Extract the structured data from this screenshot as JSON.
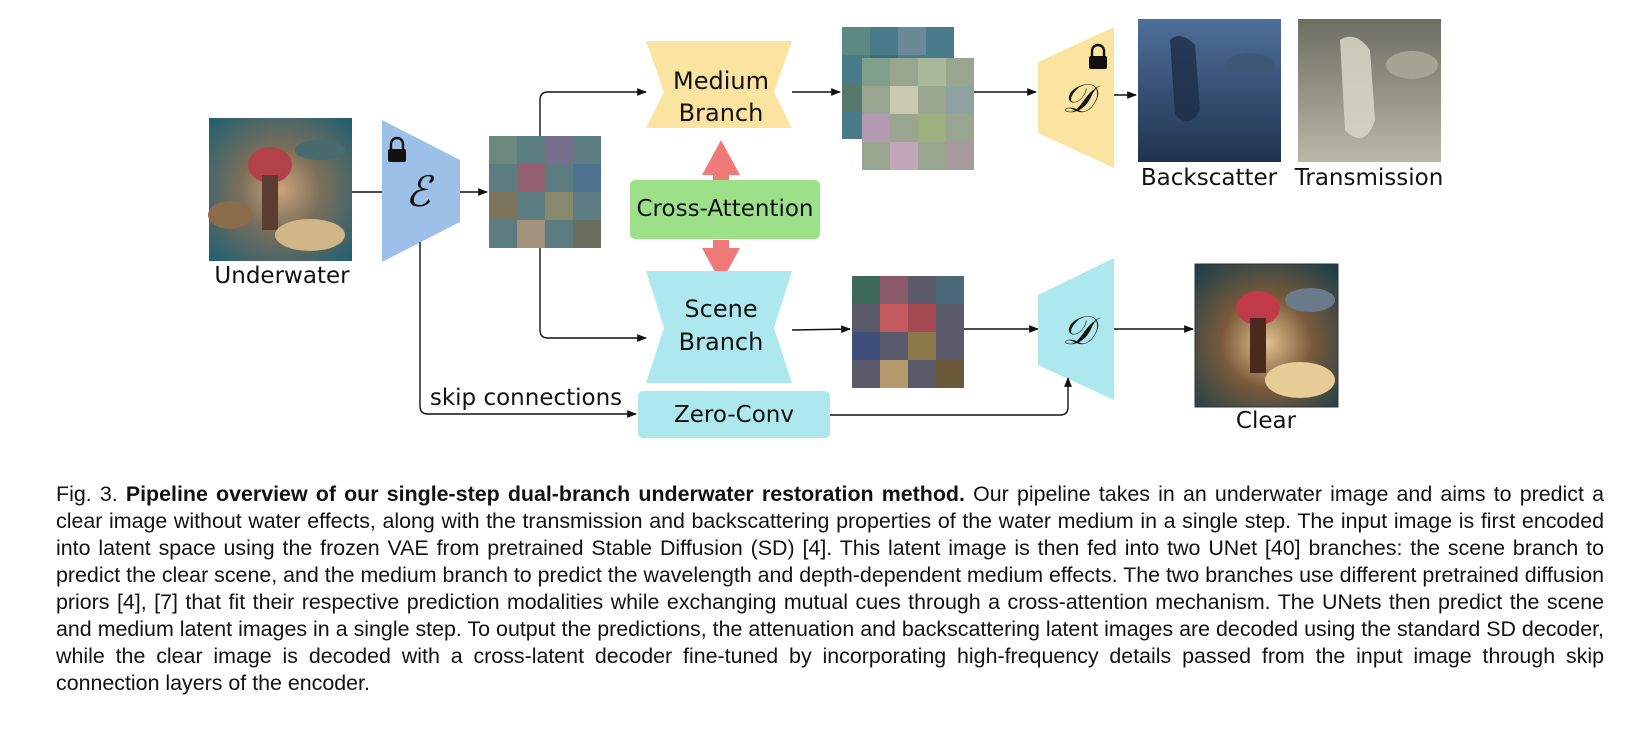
{
  "diagram": {
    "encoder": {
      "symbol": "ℰ",
      "lock_icon": "lock-icon"
    },
    "decoder_top": {
      "symbol": "𝒟",
      "lock_icon": "lock-icon"
    },
    "decoder_bottom": {
      "symbol": "𝒟"
    },
    "medium_branch": {
      "line1": "Medium",
      "line2": "Branch"
    },
    "scene_branch": {
      "line1": "Scene",
      "line2": "Branch"
    },
    "cross_attention": "Cross-Attention",
    "zero_conv": "Zero-Conv",
    "skip_connections": "skip connections",
    "labels": {
      "underwater": "Underwater",
      "backscatter": "Backscatter",
      "transmission": "Transmission",
      "clear": "Clear"
    },
    "colors": {
      "encoder": "#9dc0e8",
      "medium": "#fbe3a0",
      "scene": "#aee8ef",
      "cross_attention": "#9de08a",
      "arrow_red": "#f07a7a"
    }
  },
  "caption": {
    "prefix": "Fig. 3.",
    "title": "Pipeline overview of our single-step dual-branch underwater restoration method.",
    "body": "Our pipeline takes in an underwater image and aims to predict a clear image without water effects, along with the transmission and backscattering properties of the water medium in a single step. The input image is first encoded into latent space using the frozen VAE from pretrained Stable Diffusion (SD) [4]. This latent image is then fed into two UNet [40] branches: the scene branch to predict the clear scene, and the medium branch to predict the wavelength and depth-dependent medium effects. The two branches use different pretrained diffusion priors [4], [7] that fit their respective prediction modalities while exchanging mutual cues through a cross-attention mechanism. The UNets then predict the scene and medium latent images in a single step. To output the predictions, the attenuation and backscattering latent images are decoded using the standard SD decoder, while the clear image is decoded with a cross-latent decoder fine-tuned by incorporating high-frequency details passed from the input image through skip connection layers of the encoder."
  }
}
